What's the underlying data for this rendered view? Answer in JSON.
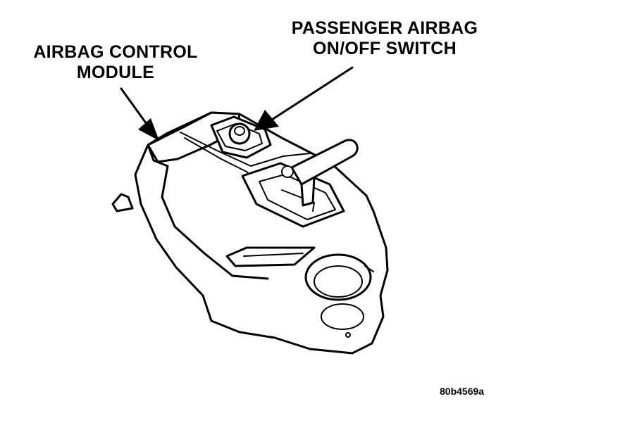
{
  "callouts": {
    "airbag_control_module": {
      "line1": "AIRBAG CONTROL",
      "line2": "MODULE"
    },
    "passenger_switch": {
      "line1": "PASSENGER AIRBAG",
      "line2": "ON/OFF SWITCH"
    }
  },
  "figure_id": "80b4569a",
  "colors": {
    "ink": "#000000",
    "paper": "#ffffff"
  }
}
